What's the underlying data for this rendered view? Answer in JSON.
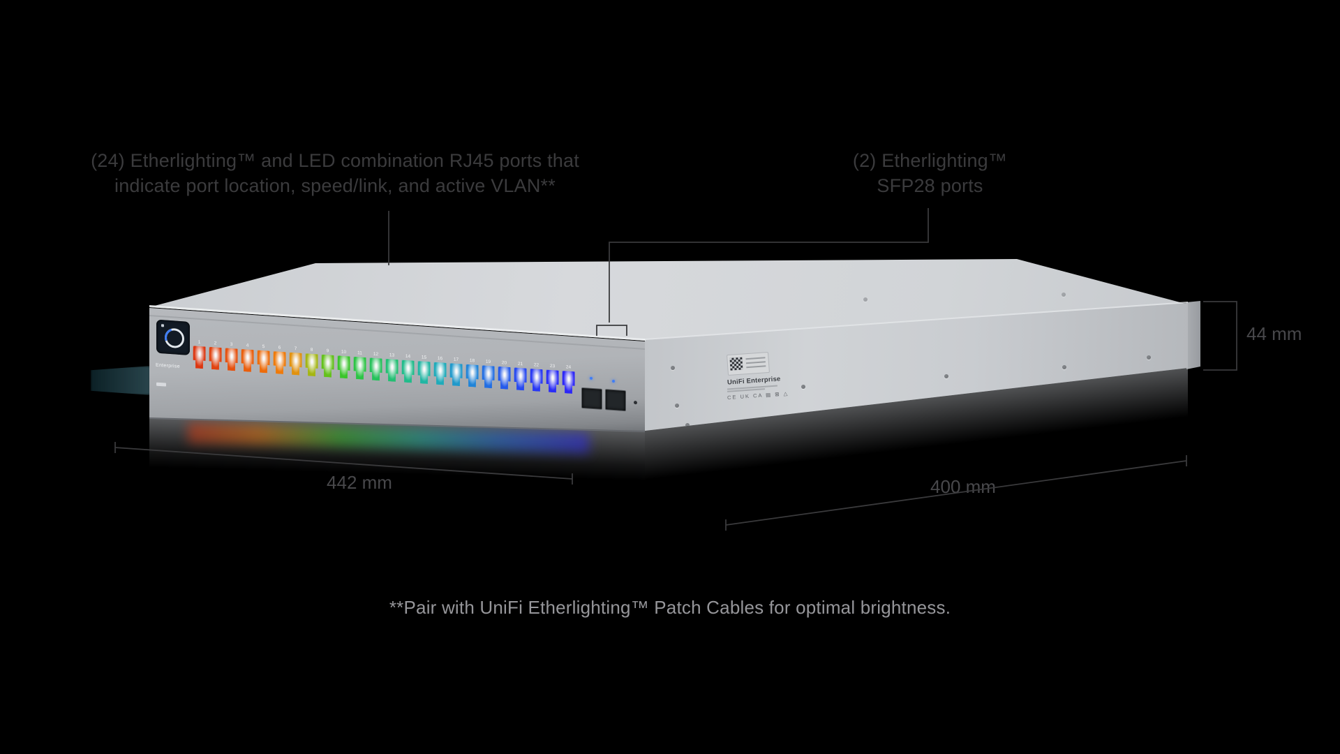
{
  "page": {
    "background": "#000000"
  },
  "annotations": {
    "ports_callout": {
      "line1": "(24) Etherlighting™ and LED combination RJ45 ports that",
      "line2": "indicate port location, speed/link, and active VLAN**"
    },
    "sfp_callout": {
      "line1": "(2) Etherlighting™",
      "line2": "SFP28 ports"
    },
    "footnote": "**Pair with UniFi Etherlighting™ Patch Cables for optimal brightness."
  },
  "dimensions": {
    "width_label": "442 mm",
    "depth_label": "400 mm",
    "height_label": "44 mm"
  },
  "device": {
    "front": {
      "product_label": "Enterprise",
      "sfp_ports": 2,
      "ports": [
        {
          "n": 1,
          "color": "#dc3610"
        },
        {
          "n": 2,
          "color": "#e14310"
        },
        {
          "n": 3,
          "color": "#e6500e"
        },
        {
          "n": 4,
          "color": "#ea5e0c"
        },
        {
          "n": 5,
          "color": "#ed6c0b"
        },
        {
          "n": 6,
          "color": "#ef7a0a"
        },
        {
          "n": 7,
          "color": "#e1920f"
        },
        {
          "n": 8,
          "color": "#a4b612"
        },
        {
          "n": 9,
          "color": "#63c11a"
        },
        {
          "n": 10,
          "color": "#3ac52b"
        },
        {
          "n": 11,
          "color": "#2bc444"
        },
        {
          "n": 12,
          "color": "#26c25b"
        },
        {
          "n": 13,
          "color": "#23bf73"
        },
        {
          "n": 14,
          "color": "#21bc8b"
        },
        {
          "n": 15,
          "color": "#20b6a3"
        },
        {
          "n": 16,
          "color": "#1fabba"
        },
        {
          "n": 17,
          "color": "#1f99cb"
        },
        {
          "n": 18,
          "color": "#2084d8"
        },
        {
          "n": 19,
          "color": "#226ee3"
        },
        {
          "n": 20,
          "color": "#245aeb"
        },
        {
          "n": 21,
          "color": "#2648f0"
        },
        {
          "n": 22,
          "color": "#2838f4"
        },
        {
          "n": 23,
          "color": "#2a2df6"
        },
        {
          "n": 24,
          "color": "#2c26f7"
        }
      ]
    },
    "side": {
      "brand_label": "UniFi Enterprise",
      "cert_marks": [
        "CE",
        "UK CA",
        "▤",
        "⊠",
        "△"
      ]
    }
  },
  "colors": {
    "chassis": "#c9ccd0",
    "annotation_text": "#3b3b3d",
    "dimension_text": "#48484b",
    "footnote_text": "#96969a",
    "callout_line": "#3a3a3c",
    "port_led_blue": "#3f7df6"
  }
}
